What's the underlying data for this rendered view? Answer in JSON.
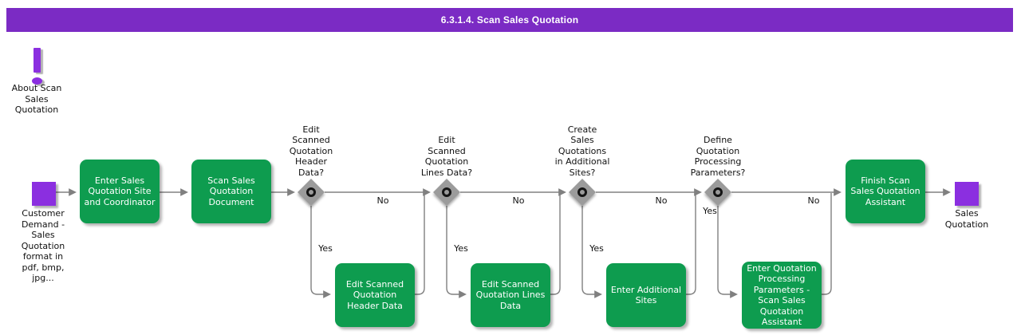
{
  "title": "6.3.1.4. Scan Sales Quotation",
  "colors": {
    "banner_purple": "#7b2bc4",
    "node_purple": "#8b2fe0",
    "task_green": "#0e9c4f",
    "connector_gray": "#808080"
  },
  "about": {
    "label": "About Scan\nSales\nQuotation"
  },
  "start": {
    "label": "Customer\nDemand -\nSales\nQuotation\nformat in\npdf, bmp,\njpg..."
  },
  "end": {
    "label": "Sales\nQuotation"
  },
  "tasks": {
    "enter_site": {
      "label": "Enter Sales\nQuotation Site\nand Coordinator"
    },
    "scan_document": {
      "label": "Scan Sales\nQuotation\nDocument"
    },
    "edit_header": {
      "label": "Edit Scanned\nQuotation\nHeader Data"
    },
    "edit_lines": {
      "label": "Edit Scanned\nQuotation Lines\nData"
    },
    "additional_sites": {
      "label": "Enter Additional\nSites"
    },
    "processing_params": {
      "label": "Enter Quotation\nProcessing\nParameters -\nScan Sales\nQuotation\nAssistant"
    },
    "finish": {
      "label": "Finish Scan\nSales Quotation\nAssistant"
    }
  },
  "decisions": {
    "edit_header": {
      "question": "Edit\nScanned\nQuotation\nHeader\nData?",
      "yes": "Yes",
      "no": "No"
    },
    "edit_lines": {
      "question": "Edit\nScanned\nQuotation\nLines Data?",
      "yes": "Yes",
      "no": "No"
    },
    "additional_sites": {
      "question": "Create\nSales\nQuotations\nin Additional\nSites?",
      "yes": "Yes",
      "no": "No"
    },
    "processing_params": {
      "question": "Define\nQuotation\nProcessing\nParameters?",
      "yes": "Yes",
      "no": "No"
    }
  }
}
